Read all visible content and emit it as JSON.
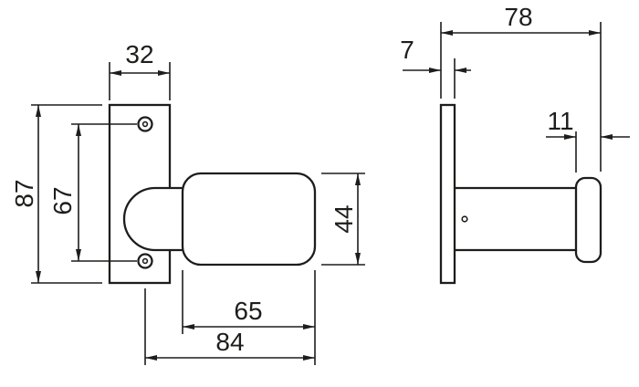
{
  "colors": {
    "line": "#1d1d1b",
    "background": "#ffffff"
  },
  "front_view": {
    "labels": {
      "plate_width": "32",
      "overall_height": "87",
      "hole_spacing": "67",
      "knob_height": "44",
      "knob_width": "65",
      "overall_width": "84"
    }
  },
  "side_view": {
    "labels": {
      "overall_depth": "78",
      "plate_thickness": "7",
      "head_thickness": "11"
    }
  }
}
